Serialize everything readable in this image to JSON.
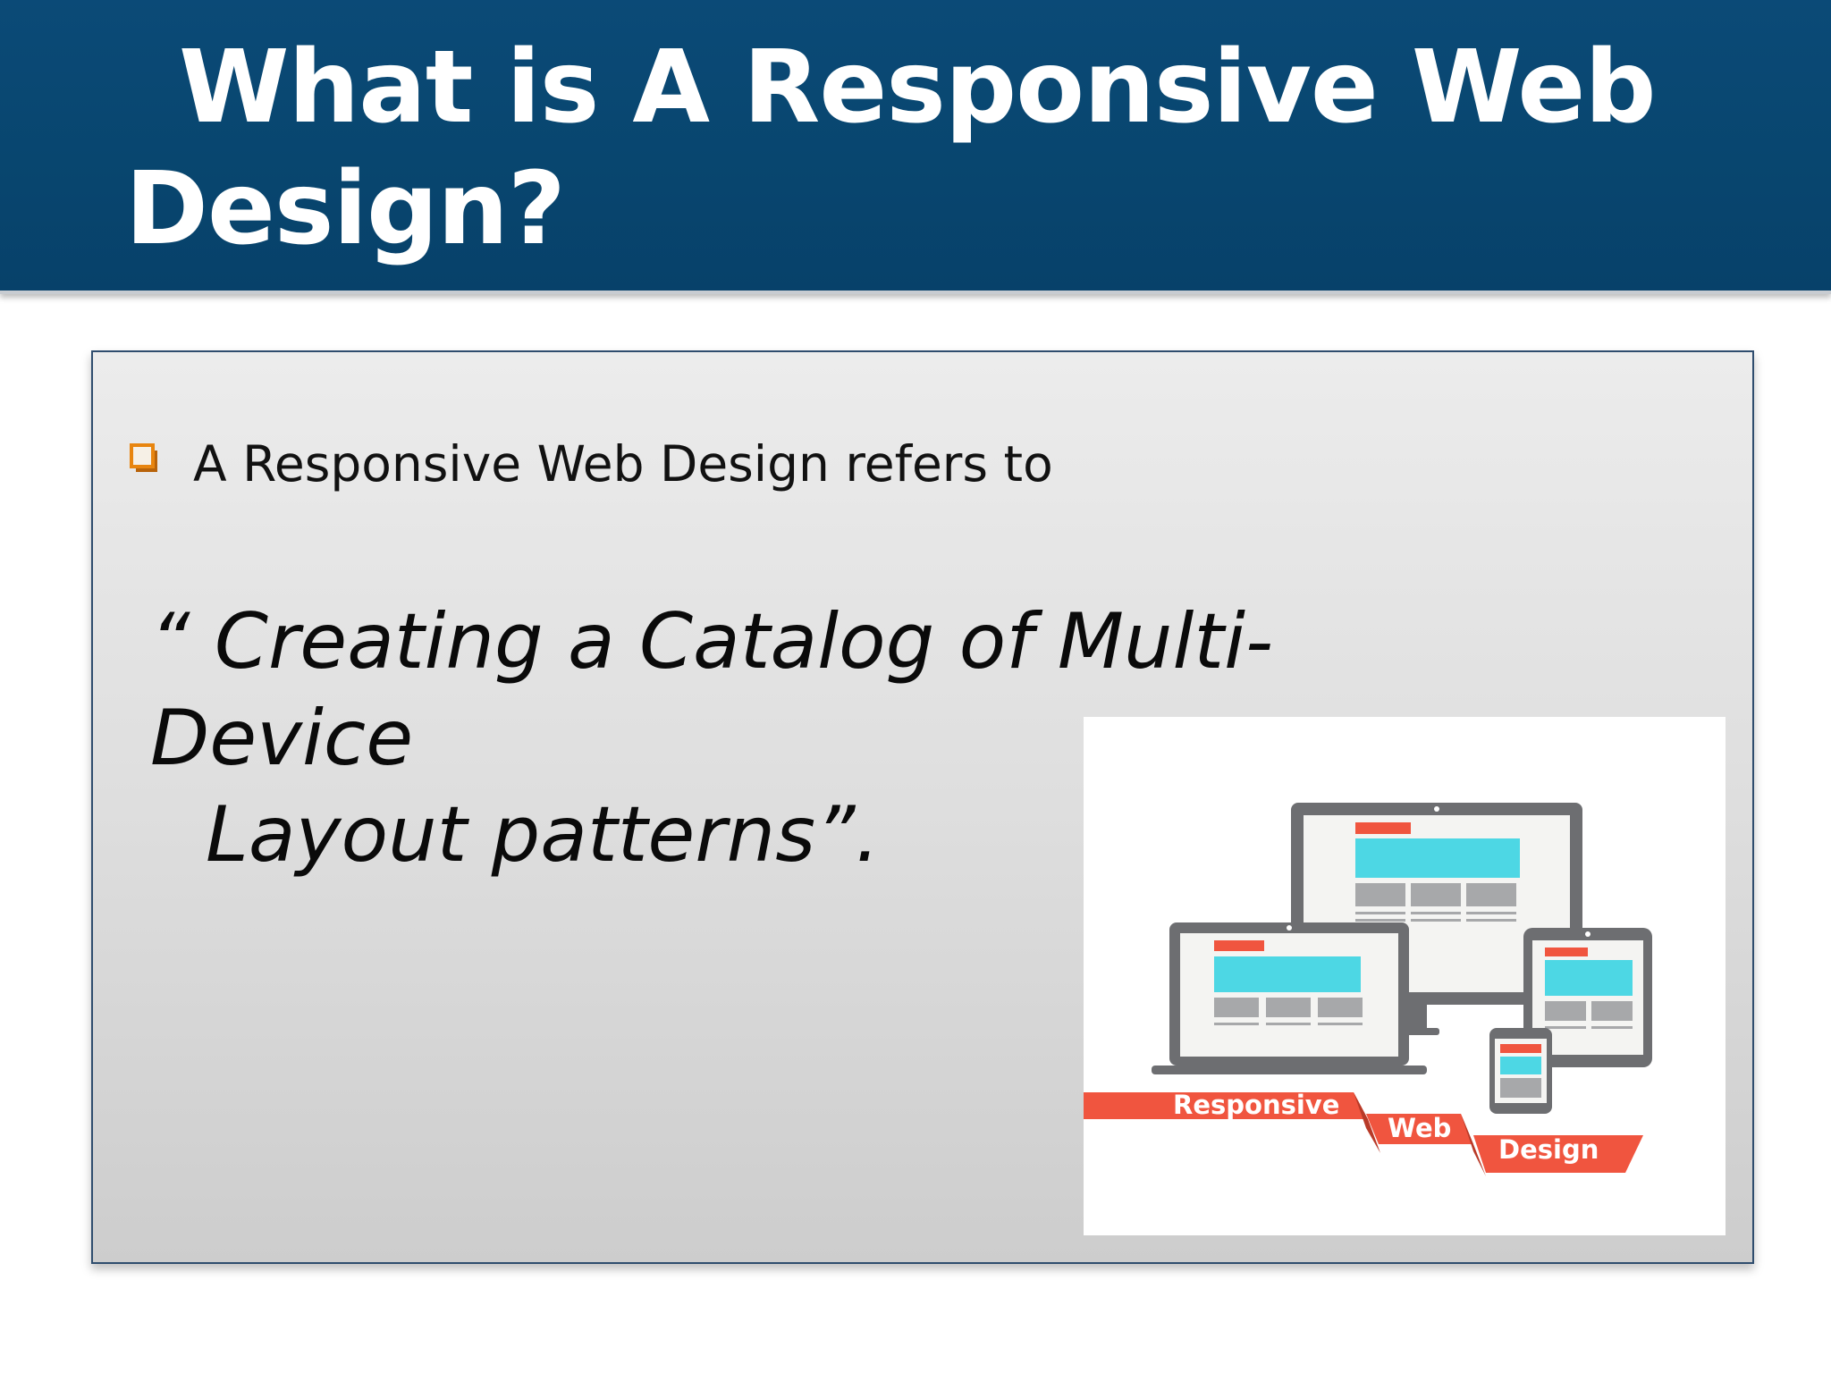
{
  "slide": {
    "title_line1": "What is A Responsive Web",
    "title_line2": "Design?",
    "bullet": {
      "text": "A Responsive Web Design refers to"
    },
    "quote_line1": "“ Creating a Catalog of Multi-Device",
    "quote_line2": "Layout patterns”.",
    "illustration": {
      "ribbon_words": [
        "Responsive",
        "Web",
        "Design"
      ]
    }
  },
  "colors": {
    "title_bar": "#0a4874",
    "bullet_orange": "#e8850f",
    "device_gray": "#6d6e71",
    "screen_cyan": "#4dd7e4",
    "accent_red": "#f0553f"
  },
  "icons": {
    "bullet": "hollow-square-bullet-icon",
    "illustration": "responsive-devices-illustration"
  }
}
